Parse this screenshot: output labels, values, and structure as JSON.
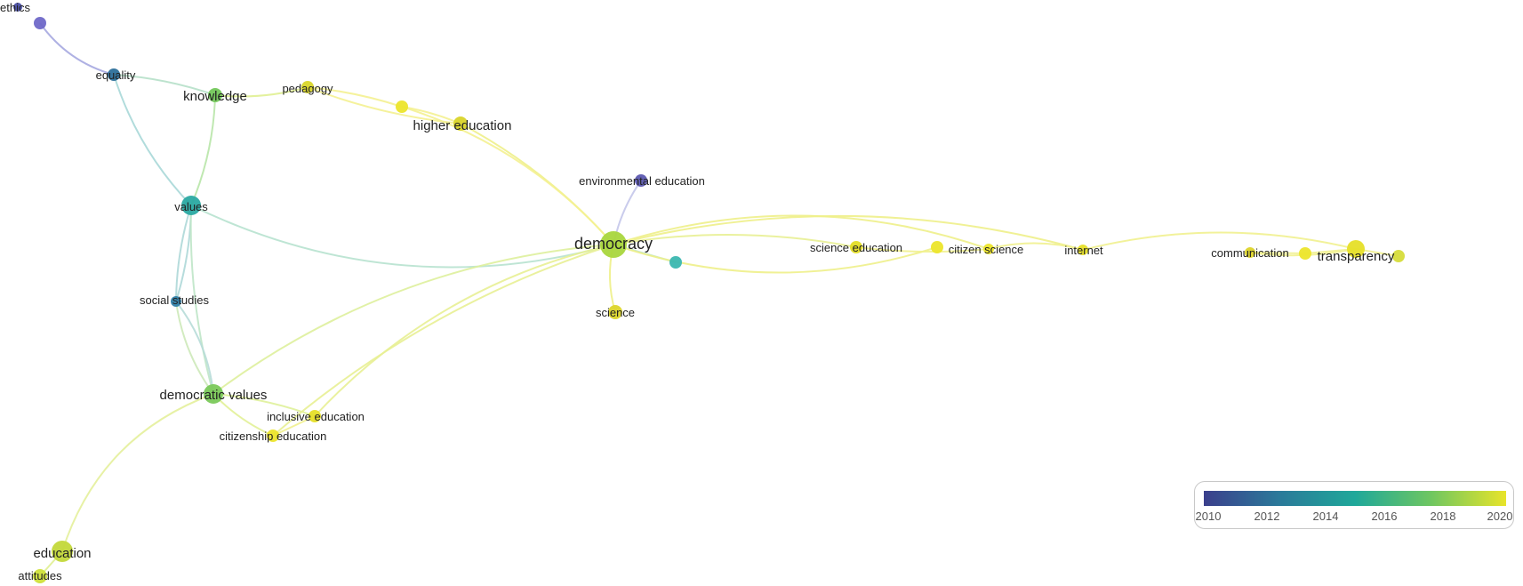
{
  "nodes": [
    {
      "id": "n-ethics",
      "label": "ethics",
      "color": "#4a4fa8"
    },
    {
      "id": "n-ethics2",
      "label": "",
      "color": "#6f68c8"
    },
    {
      "id": "n-equality",
      "label": "equality",
      "color": "#2c6f9a"
    },
    {
      "id": "n-knowledge",
      "label": "knowledge",
      "color": "#73c75a"
    },
    {
      "id": "n-pedagogy",
      "label": "pedagogy",
      "color": "#d9d62a"
    },
    {
      "id": "n-he2",
      "label": "",
      "color": "#ece52b"
    },
    {
      "id": "n-highered",
      "label": "higher education",
      "color": "#d9d42a"
    },
    {
      "id": "n-values",
      "label": "values",
      "color": "#2aa9a2"
    },
    {
      "id": "n-envedu",
      "label": "environmental education",
      "color": "#5c58b0"
    },
    {
      "id": "n-democracy",
      "label": "democracy",
      "color": "#a9d63d"
    },
    {
      "id": "n-teal",
      "label": "",
      "color": "#3bb7b0"
    },
    {
      "id": "n-scienceedu",
      "label": "science education",
      "color": "#e3dd25"
    },
    {
      "id": "n-cs1",
      "label": "",
      "color": "#ece52b"
    },
    {
      "id": "n-citsci",
      "label": "citizen science",
      "color": "#ece52b"
    },
    {
      "id": "n-internet",
      "label": "internet",
      "color": "#e6df28"
    },
    {
      "id": "n-communication",
      "label": "communication",
      "color": "#ddd42a"
    },
    {
      "id": "n-tr1",
      "label": "",
      "color": "#ece52b"
    },
    {
      "id": "n-transparency",
      "label": "transparency",
      "color": "#e6df28"
    },
    {
      "id": "n-tr2",
      "label": "",
      "color": "#d6dc3a"
    },
    {
      "id": "n-socialstudies",
      "label": "social studies",
      "color": "#2f7fa8"
    },
    {
      "id": "n-science",
      "label": "science",
      "color": "#dcd52a"
    },
    {
      "id": "n-demvalues",
      "label": "democratic values",
      "color": "#7ac95a"
    },
    {
      "id": "n-inclusive",
      "label": "inclusive education",
      "color": "#e6df28"
    },
    {
      "id": "n-citizenship",
      "label": "citizenship education",
      "color": "#ece52b"
    },
    {
      "id": "n-education",
      "label": "education",
      "color": "#c3d83a"
    },
    {
      "id": "n-attitudes",
      "label": "attitudes",
      "color": "#cfe03a"
    }
  ],
  "legend": {
    "colors": [
      "#3b3f8c",
      "#2b7a9a",
      "#1fa89a",
      "#6ec661",
      "#e8e42a"
    ],
    "ticks": [
      "2010",
      "2012",
      "2014",
      "2016",
      "2018",
      "2020"
    ]
  }
}
